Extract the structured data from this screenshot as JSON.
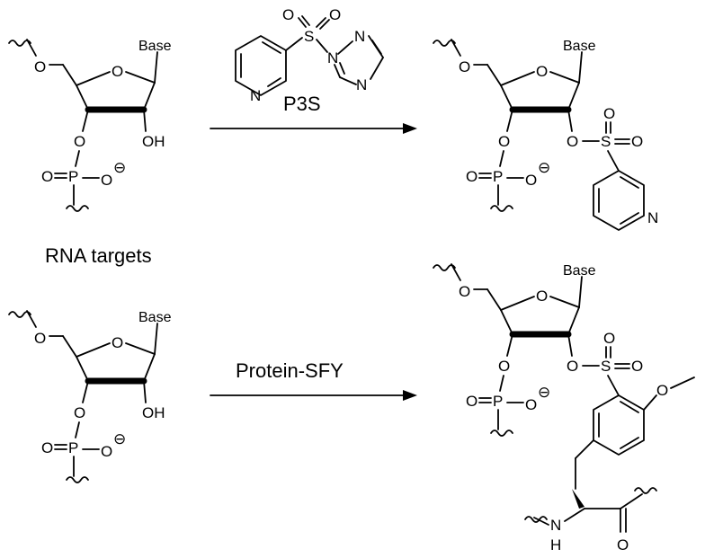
{
  "labels": {
    "reagent_top": "P3S",
    "reagent_bottom": "Protein-SFY",
    "section": "RNA targets"
  },
  "atoms": {
    "base": "Base",
    "O": "O",
    "OH": "OH",
    "P": "P",
    "S": "S",
    "N": "N",
    "H": "H",
    "minus": "⊖"
  }
}
